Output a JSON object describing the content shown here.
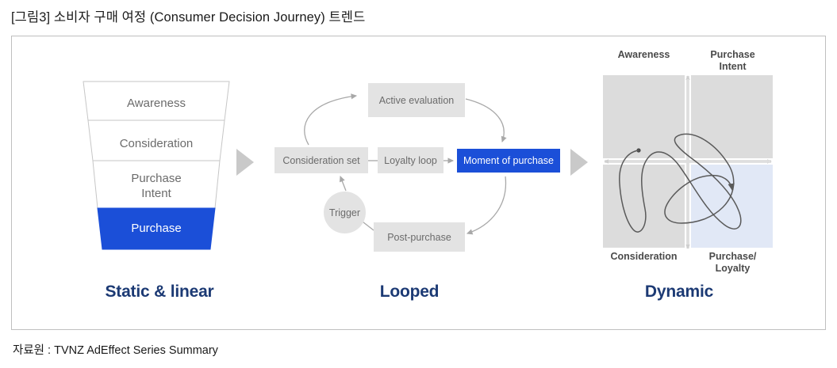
{
  "figure": {
    "title": "[그림3] 소비자 구매 여정 (Consumer Decision Journey) 트렌드",
    "source": "자료원 : TVNZ AdEffect Series Summary"
  },
  "colors": {
    "accent_blue": "#1b4fd8",
    "caption_navy": "#1c3a74",
    "box_grey": "#e3e3e3",
    "quad_grey": "#dcdcdc",
    "quad_blue": "#e1e8f6",
    "frame_border": "#bfbfbf",
    "arrow_grey": "#c9c9c9",
    "label_grey": "#6b6b6b"
  },
  "stages": {
    "static": {
      "caption": "Static & linear",
      "funnel": [
        {
          "label": "Awareness",
          "highlight": false
        },
        {
          "label": "Consideration",
          "highlight": false
        },
        {
          "label": "Purchase\nIntent",
          "highlight": false
        },
        {
          "label": "Purchase",
          "highlight": true
        }
      ]
    },
    "looped": {
      "caption": "Looped",
      "nodes": [
        {
          "id": "active-evaluation",
          "label": "Active evaluation",
          "highlight": false
        },
        {
          "id": "consideration-set",
          "label": "Consideration set",
          "highlight": false
        },
        {
          "id": "loyalty-loop",
          "label": "Loyalty loop",
          "highlight": false
        },
        {
          "id": "moment-of-purchase",
          "label": "Moment of purchase",
          "highlight": true
        },
        {
          "id": "post-purchase",
          "label": "Post-purchase",
          "highlight": false
        },
        {
          "id": "trigger",
          "label": "Trigger",
          "highlight": false
        }
      ]
    },
    "dynamic": {
      "caption": "Dynamic",
      "quadrants": [
        {
          "id": "awareness",
          "label": "Awareness",
          "fill": "grey"
        },
        {
          "id": "purchase-intent",
          "label": "Purchase\nIntent",
          "fill": "grey"
        },
        {
          "id": "consideration",
          "label": "Consideration",
          "fill": "grey"
        },
        {
          "id": "purchase-loyalty",
          "label": "Purchase/\nLoyalty",
          "fill": "blue"
        }
      ]
    }
  },
  "separators": {
    "arrow_1": "play-arrow-icon",
    "arrow_2": "play-arrow-icon"
  }
}
